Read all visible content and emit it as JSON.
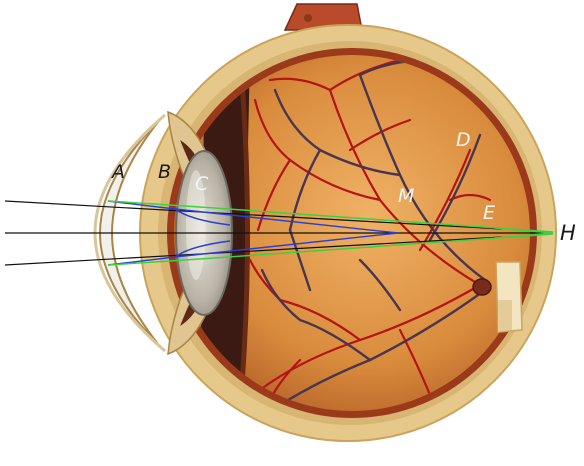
{
  "labels": {
    "a": "A",
    "b": "B",
    "c": "C",
    "d": "D",
    "e": "E",
    "m": "M",
    "h": "H"
  },
  "colors": {
    "background": "#ffffff",
    "sclera": "#e6c98a",
    "sclera_edge": "#c9a45a",
    "choroid": "#8a2a12",
    "retina": "#d98b3c",
    "retina_light": "#eaa75a",
    "dark_band": "#3a1a12",
    "vessel_red": "#b31515",
    "vessel_blue": "#2b3a70",
    "lens": "#c9c4b8",
    "cornea": "#f2f0ea",
    "ray_black": "#111111",
    "ray_blue": "#2a3fd0",
    "ray_green": "#3fcf3f"
  }
}
